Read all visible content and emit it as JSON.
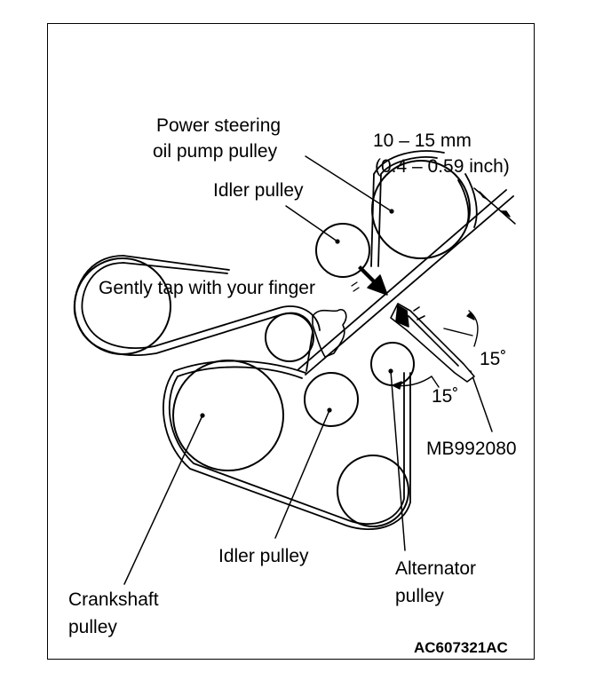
{
  "labels": {
    "ps_pulley_line1": "Power steering",
    "ps_pulley_line2": "oil pump pulley",
    "deflection_line1": "10 – 15 mm",
    "deflection_line2": "(0.4 – 0.59 inch)",
    "idler_pulley_top": "Idler pulley",
    "gently_tap": "Gently tap with your finger",
    "angle_upper": "15˚",
    "angle_lower": "15˚",
    "tool": "MB992080",
    "idler_pulley_bottom": "Idler pulley",
    "alternator_line1": "Alternator",
    "alternator_line2": "pulley",
    "crankshaft_line1": "Crankshaft",
    "crankshaft_line2": "pulley",
    "figure_code": "AC607321AC"
  },
  "colors": {
    "ink": "#000000",
    "paper": "#ffffff"
  }
}
